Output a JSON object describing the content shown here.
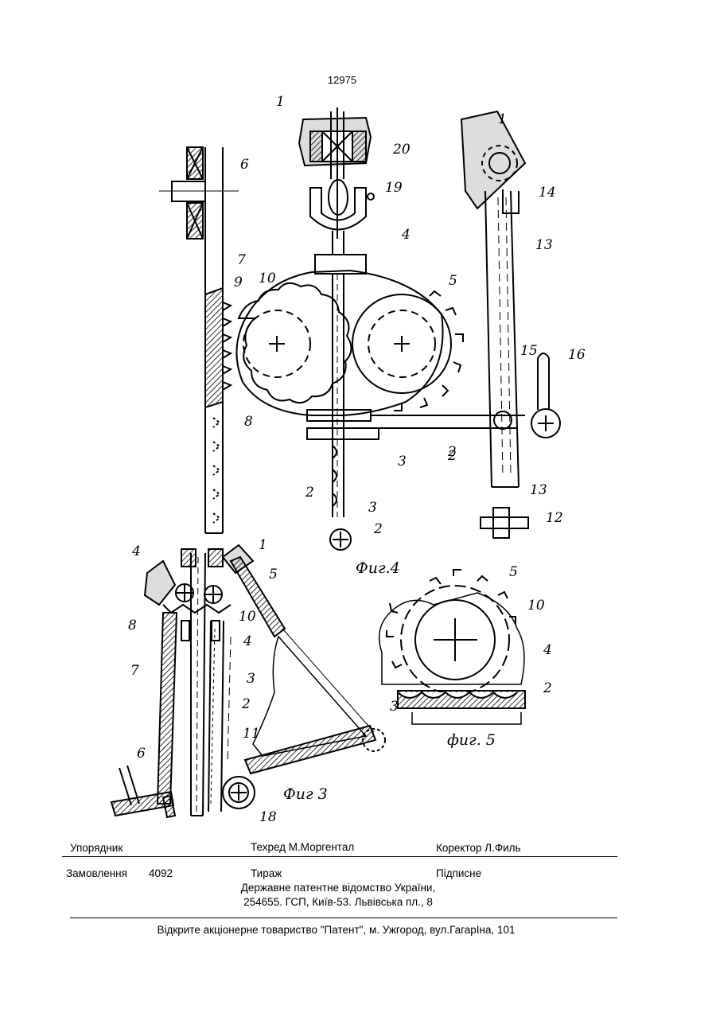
{
  "patent_number": "12975",
  "figures": {
    "fig3": {
      "caption": "Фиг 3",
      "labels": [
        "4",
        "1",
        "5",
        "8",
        "10",
        "4",
        "7",
        "3",
        "2",
        "11",
        "6",
        "18"
      ]
    },
    "fig4": {
      "caption": "Фиг.4",
      "labels": [
        "1",
        "20",
        "6",
        "19",
        "4",
        "7",
        "9",
        "10",
        "5",
        "8",
        "3",
        "2",
        "2",
        "3",
        "2",
        "1",
        "14",
        "13",
        "15",
        "16",
        "2",
        "13",
        "12"
      ]
    },
    "fig5": {
      "caption": "фиг. 5",
      "labels": [
        "5",
        "10",
        "4",
        "2",
        "3"
      ]
    }
  },
  "footer": {
    "compiler": "Упорядник",
    "tech_editor": "Техред М.Моргентал",
    "proofreader": "Коректор Л.Филь",
    "order_label": "Замовлення",
    "order_number": "4092",
    "circulation": "Тираж",
    "subscription": "Підписне",
    "office_line1": "Державне патентне відомство України,",
    "office_line2": "254655. ГСП, Київ-53. Львівська пл., 8",
    "publisher": "Відкрите акціонерне товариство \"Патент\", м. Ужгород, вул.ГагарІна, 101"
  }
}
